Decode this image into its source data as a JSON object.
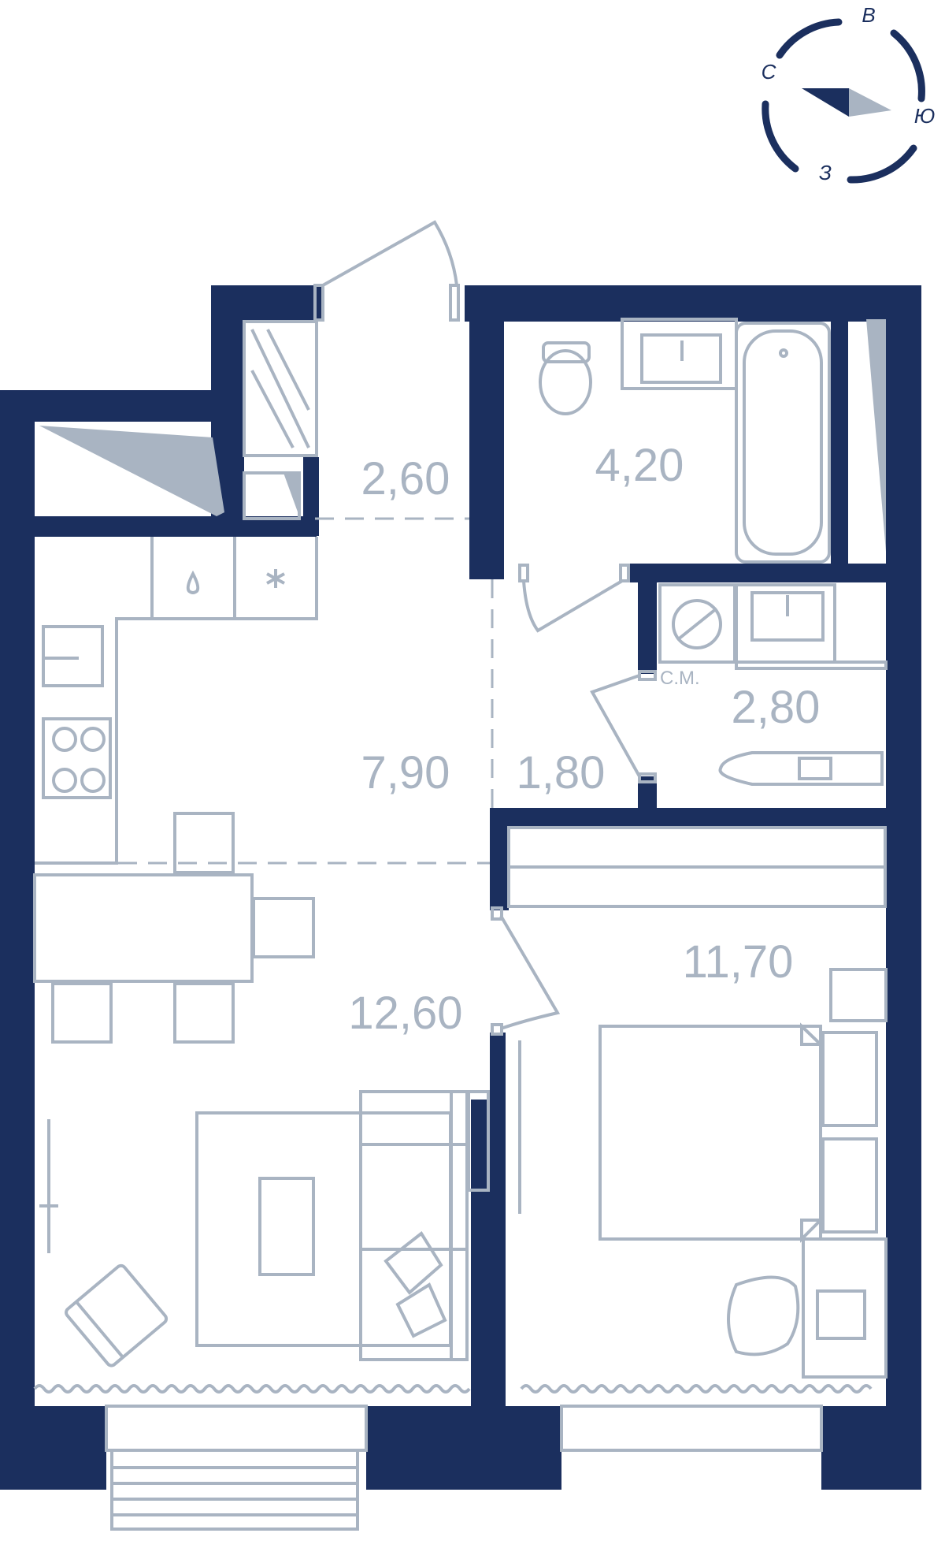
{
  "compass": {
    "north": "С",
    "east": "В",
    "south": "Ю",
    "west": "З",
    "color": "#1b2f5e"
  },
  "rooms": {
    "hall": "2,60",
    "bathroom": "4,20",
    "laundry": "2,80",
    "kitchen": "7,90",
    "corridor": "1,80",
    "living": "12,60",
    "bedroom": "11,70"
  },
  "labels": {
    "washing_machine": "С.М."
  },
  "colors": {
    "wall": "#1b2f5e",
    "furniture": "#a9b4c2"
  }
}
